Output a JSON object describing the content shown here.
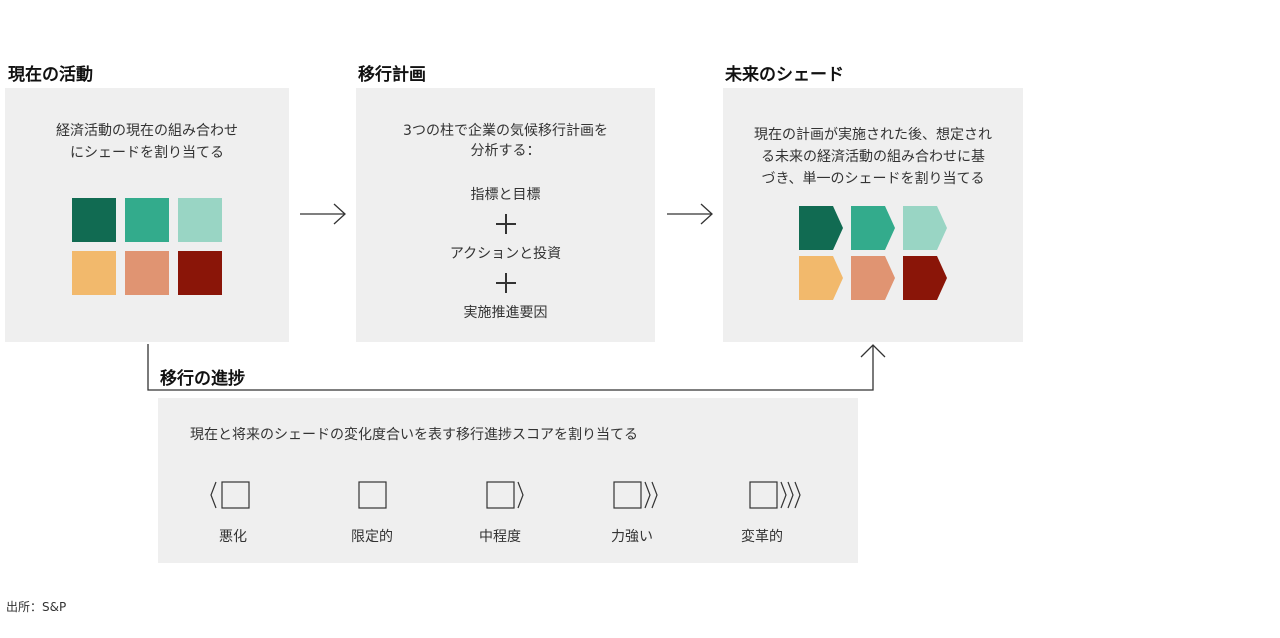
{
  "colors": {
    "dark_green": "#116b52",
    "mid_green": "#33ab8c",
    "light_green": "#99d5c4",
    "light_orange": "#f2b96c",
    "mid_orange": "#e09472",
    "dark_red": "#8a1508",
    "panel_bg": "#efefef"
  },
  "current": {
    "heading": "現在の活動",
    "line1": "経済活動の現在の組み合わせ",
    "line2": "にシェードを割り当てる"
  },
  "plan": {
    "heading": "移行計画",
    "line1": "3つの柱で企業の気候移行計画を",
    "line2": "分析する：",
    "pillar1": "指標と目標",
    "pillar2": "アクションと投資",
    "pillar3": "実施推進要因"
  },
  "future": {
    "heading": "未来のシェード",
    "line1": "現在の計画が実施された後、想定され",
    "line2": "る未来の経済活動の組み合わせに基",
    "line3": "づき、単一のシェードを割り当てる"
  },
  "progress": {
    "heading": "移行の進捗",
    "description": "現在と将来のシェードの変化度合いを表す移行進捗スコアを割り当てる",
    "scores": [
      {
        "label": "悪化",
        "icon": "square-with-left-chevron-icon"
      },
      {
        "label": "限定的",
        "icon": "plain-square-icon"
      },
      {
        "label": "中程度",
        "icon": "square-with-one-chevron-icon"
      },
      {
        "label": "力強い",
        "icon": "square-with-two-chevrons-icon"
      },
      {
        "label": "変革的",
        "icon": "square-with-three-chevrons-icon"
      }
    ]
  },
  "source": "出所：S&P"
}
